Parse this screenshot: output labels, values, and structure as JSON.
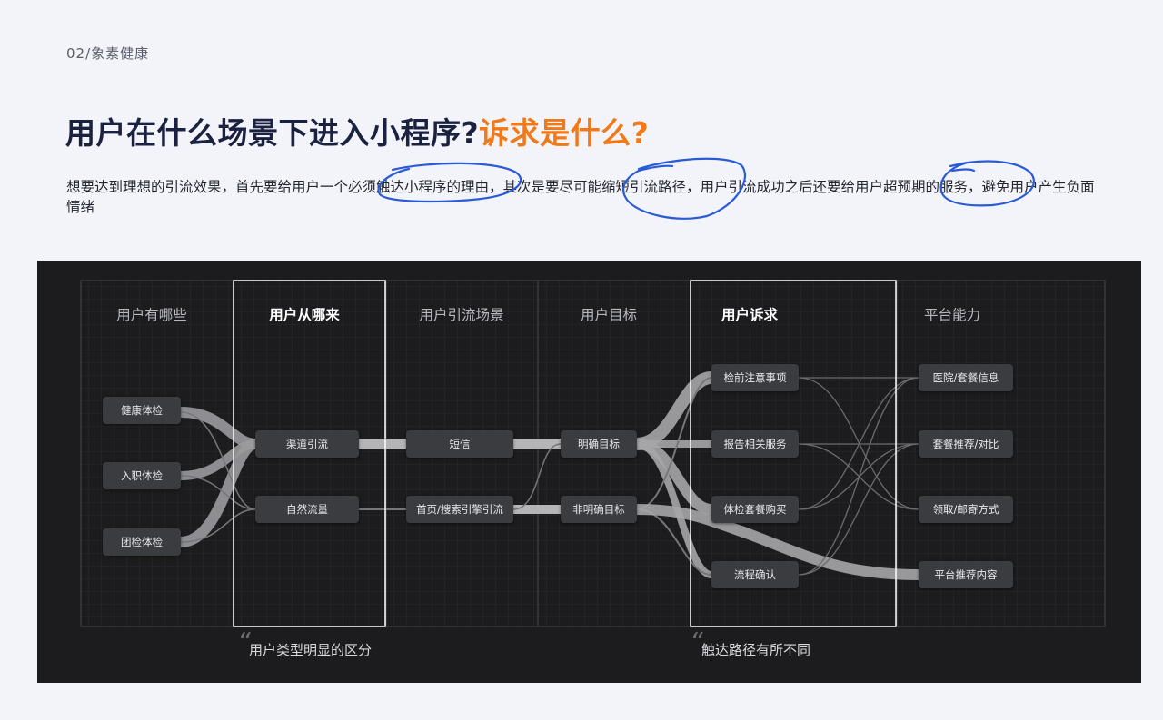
{
  "breadcrumb": "02/象素健康",
  "headline": {
    "main": "用户在什么场景下进入小程序?",
    "accent": "诉求是什么?"
  },
  "intro": "想要达到理想的引流效果，首先要给用户一个必须触达小程序的理由，其次是要尽可能缩短引流路径，用户引流成功之后还要给用户超预期的服务，避免用户产生负面情绪",
  "colors": {
    "accent": "#f07a1a",
    "headline": "#1b2240",
    "annotation": "#2a5bd7",
    "panel": "#1c1c1e"
  },
  "diagram": {
    "columns": [
      {
        "title": "用户有哪些",
        "highlight": false
      },
      {
        "title": "用户从哪来",
        "highlight": true
      },
      {
        "title": "用户引流场景",
        "highlight": false
      },
      {
        "title": "用户目标",
        "highlight": false
      },
      {
        "title": "用户诉求",
        "highlight": true
      },
      {
        "title": "平台能力",
        "highlight": false
      }
    ],
    "nodes": {
      "users": [
        "健康体检",
        "入职体检",
        "团检体检"
      ],
      "sources": [
        "渠道引流",
        "自然流量"
      ],
      "scenes": [
        "短信",
        "首页/搜索引擎引流"
      ],
      "goals": [
        "明确目标",
        "非明确目标"
      ],
      "needs": [
        "检前注意事项",
        "报告相关服务",
        "体检套餐购买",
        "流程确认"
      ],
      "capabilities": [
        "医院/套餐信息",
        "套餐推荐/对比",
        "领取/邮寄方式",
        "平台推荐内容"
      ]
    },
    "quotes": [
      "用户类型明显的区分",
      "触达路径有所不同"
    ]
  }
}
